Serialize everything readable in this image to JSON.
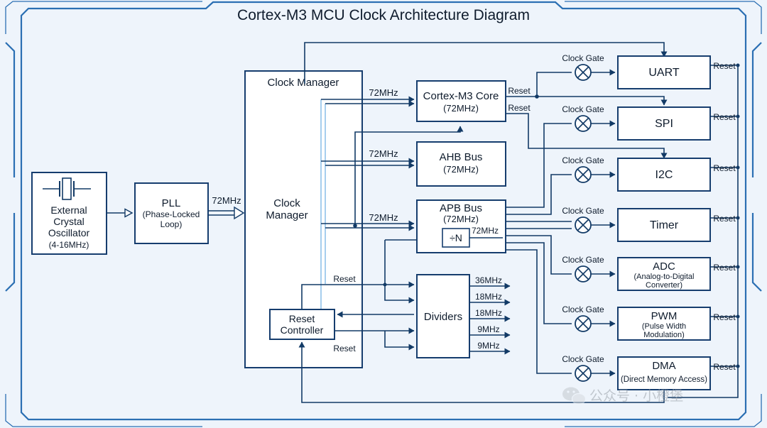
{
  "title": "Cortex-M3 MCU Clock Architecture Diagram",
  "colors": {
    "line": "#123a66",
    "frame": "#2b6fb3",
    "light_line": "#8fc1ea",
    "box_fill": "#ffffff",
    "background": "#eef4fb"
  },
  "blocks": {
    "oscillator": {
      "line1": "External",
      "line2": "Crystal",
      "line3": "Oscillator",
      "line4": "(4-16MHz)"
    },
    "pll": {
      "title": "PLL",
      "sub1": "(Phase-Locked",
      "sub2": "Loop)"
    },
    "clock_manager": {
      "header": "Clock Manager",
      "center1": "Clock",
      "center2": "Manager"
    },
    "core": {
      "title": "Cortex-M3 Core",
      "sub": "(72MHz)"
    },
    "ahb": {
      "title": "AHB Bus",
      "sub": "(72MHz)"
    },
    "apb": {
      "title": "APB Bus",
      "sub": "(72MHz)",
      "divider": "÷N",
      "divider_out": "72MHz"
    },
    "dividers": {
      "title": "Dividers",
      "outputs": [
        "36MHz",
        "18MHz",
        "18MHz",
        "9MHz",
        "9MHz"
      ]
    },
    "reset_controller": {
      "line1": "Reset",
      "line2": "Controller"
    }
  },
  "signals": {
    "pll_out": "72MHz",
    "core_in": "72MHz",
    "ahb_in": "72MHz",
    "apb_in": "72MHz",
    "reset": "Reset",
    "clock_gate": "Clock Gate"
  },
  "peripherals": [
    {
      "name": "UART"
    },
    {
      "name": "SPI"
    },
    {
      "name": "I2C"
    },
    {
      "name": "Timer"
    },
    {
      "name": "ADC",
      "sub1": "(Analog-to-Digital",
      "sub2": "Converter)"
    },
    {
      "name": "PWM",
      "sub1": "(Pulse Width",
      "sub2": "Modulation)"
    },
    {
      "name": "DMA",
      "sub1": "(Direct Memory Access)"
    }
  ],
  "watermark": {
    "text": "公众号 · 小橙堡",
    "icon": "wechat-icon"
  }
}
